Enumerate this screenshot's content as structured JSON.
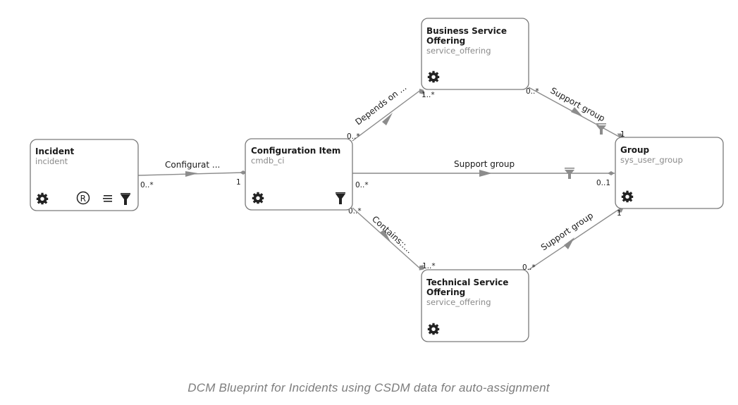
{
  "nodes": {
    "incident": {
      "title": "Incident",
      "table": "incident"
    },
    "ci": {
      "title": "Configuration Item",
      "table": "cmdb_ci"
    },
    "bso": {
      "title_line1": "Business Service",
      "title_line2": "Offering",
      "table": "service_offering"
    },
    "tso": {
      "title_line1": "Technical Service",
      "title_line2": "Offering",
      "table": "service_offering"
    },
    "group": {
      "title": "Group",
      "table": "sys_user_group"
    }
  },
  "edges": {
    "incident_ci": {
      "label": "Configurat ...",
      "src_card": "0..*",
      "dst_card": "1"
    },
    "ci_bso": {
      "label": "Depends on ...",
      "src_card": "0..*",
      "dst_card": "1..*"
    },
    "ci_tso": {
      "label": "Contains::...",
      "src_card": "0..*",
      "dst_card": "1..*"
    },
    "ci_group": {
      "label": "Support group",
      "src_card": "0..*",
      "dst_card": "0..1"
    },
    "bso_group": {
      "label": "Support group",
      "src_card": "0..*",
      "dst_card": "1"
    },
    "tso_group": {
      "label": "Support group",
      "src_card": "0..*",
      "dst_card": "1"
    }
  },
  "icons": {
    "gear": "gear-icon",
    "registered": "registered-icon",
    "list": "list-icon",
    "filter": "filter-icon"
  },
  "caption": "DCM Blueprint for Incidents using CSDM data for auto-assignment"
}
